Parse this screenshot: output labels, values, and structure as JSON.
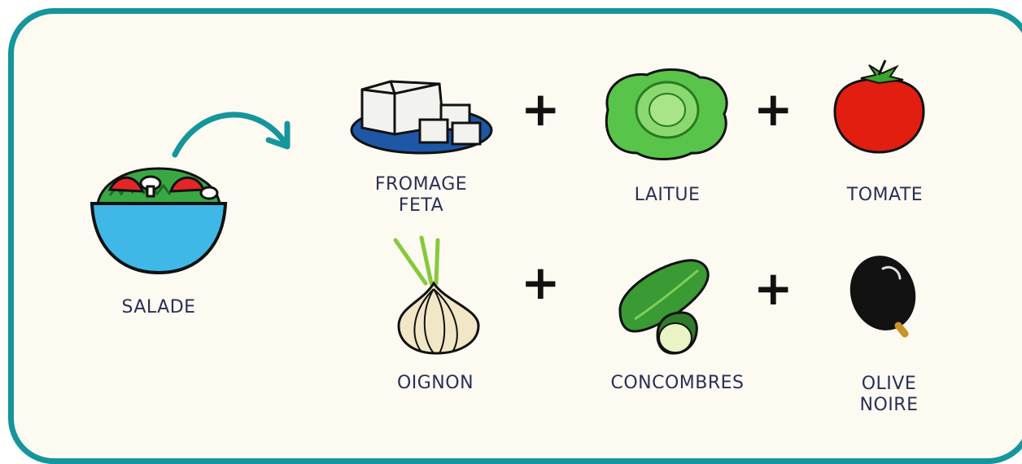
{
  "colors": {
    "frame": "#14969c",
    "background": "#fdfaf2",
    "text": "#2a2f55"
  },
  "main": {
    "label": "SALADE"
  },
  "ingredients": [
    {
      "label": "FROMAGE\nFETA"
    },
    {
      "label": "LAITUE"
    },
    {
      "label": "TOMATE"
    },
    {
      "label": "OIGNON"
    },
    {
      "label": "CONCOMBRES"
    },
    {
      "label": "OLIVE\nNOIRE"
    }
  ],
  "operators": {
    "plus": "+"
  }
}
